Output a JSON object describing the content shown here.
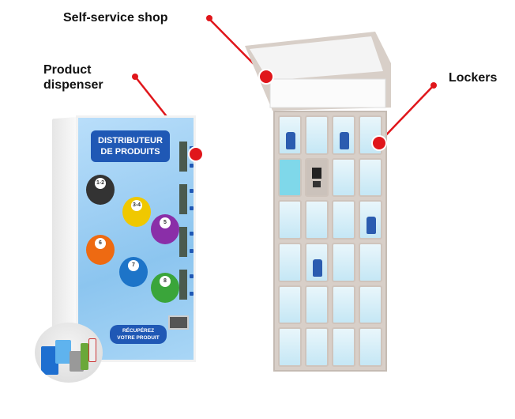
{
  "labels": {
    "self_service_shop": "Self-service shop",
    "product_dispenser_line1": "Product",
    "product_dispenser_line2": "dispenser",
    "lockers": "Lockers"
  },
  "dispenser": {
    "title_line1": "DISTRIBUTEUR",
    "title_line2": "DE PRODUITS",
    "badges": [
      "1-2",
      "3-4",
      "5",
      "6",
      "7",
      "8"
    ],
    "collect_line1": "RÉCUPÉREZ",
    "collect_line2": "VOTRE PRODUIT"
  },
  "colors": {
    "accent": "#e0161b",
    "dispenser_blue": "#1f58b5"
  }
}
